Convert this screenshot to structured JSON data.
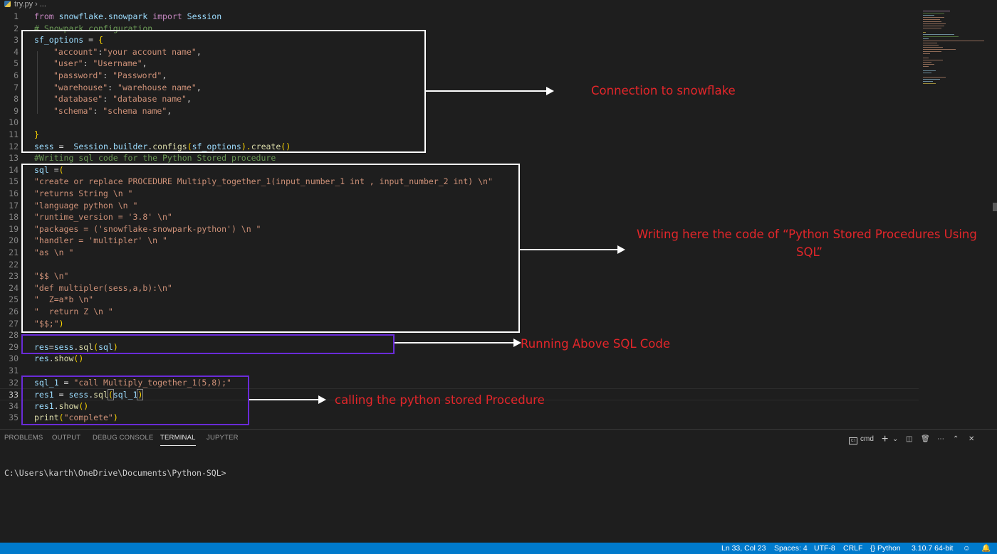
{
  "breadcrumb": {
    "file": "try.py",
    "more": "..."
  },
  "code": {
    "l1": [
      "from",
      " snowflake.snowpark ",
      "import",
      " Session"
    ],
    "l2": "# Snowpark configuration",
    "l3": [
      "sf_options",
      " = ",
      "{"
    ],
    "l4": [
      "\"account\"",
      ":",
      "\"your account name\"",
      ","
    ],
    "l5": [
      "\"user\"",
      ": ",
      "\"Username\"",
      ","
    ],
    "l6": [
      "\"password\"",
      ": ",
      "\"Password\"",
      ","
    ],
    "l7": [
      "\"warehouse\"",
      ": ",
      "\"warehouse name\"",
      ","
    ],
    "l8": [
      "\"database\"",
      ": ",
      "\"database name\"",
      ","
    ],
    "l9": [
      "\"schema\"",
      ": ",
      "\"schema name\"",
      ","
    ],
    "l11": "}",
    "l12": [
      "sess",
      " =  ",
      "Session",
      ".",
      "builder",
      ".",
      "configs",
      "(",
      "sf_options",
      ").",
      "create",
      "()"
    ],
    "l13": "#Writing sql code for the Python Stored procedure",
    "l14": [
      "sql",
      " =",
      "("
    ],
    "l15": "\"create or replace PROCEDURE Multiply_together_1(input_number_1 int , input_number_2 int) \\n\"",
    "l16": "\"returns String \\n \"",
    "l17": "\"language python \\n \"",
    "l18": "\"runtime_version = '3.8' \\n\"",
    "l19": "\"packages = ('snowflake-snowpark-python') \\n \"",
    "l20": "\"handler = 'multipler' \\n \"",
    "l21": "\"as \\n \"",
    "l23": "\"$$ \\n\"",
    "l24": "\"def multipler(sess,a,b):\\n\"",
    "l25": "\"  Z=a*b \\n\"",
    "l26": "\"  return Z \\n \"",
    "l27": [
      "\"$$;\"",
      ")"
    ],
    "l29": [
      "res",
      "=",
      "sess",
      ".",
      "sql",
      "(",
      "sql",
      ")"
    ],
    "l30": [
      "res",
      ".",
      "show",
      "()"
    ],
    "l32": [
      "sql_1",
      " = ",
      "\"call Multiply_together_1(5,8);\""
    ],
    "l33": [
      "res1",
      " = ",
      "sess",
      ".",
      "sql",
      "(",
      "sql_1",
      ")"
    ],
    "l34": [
      "res1",
      ".",
      "show",
      "()"
    ],
    "l35": [
      "print",
      "(",
      "\"complete\"",
      ")"
    ]
  },
  "annotations": {
    "connection": "Connection to snowflake",
    "writing_l1": "Writing here the code of “Python Stored Procedures Using",
    "writing_l2": "SQL”",
    "running": "Running Above SQL Code",
    "calling": "calling the python stored Procedure"
  },
  "panel": {
    "tabs": [
      "PROBLEMS",
      "OUTPUT",
      "DEBUG CONSOLE",
      "TERMINAL",
      "JUPYTER"
    ],
    "active_tab": "TERMINAL",
    "terminal_icon_label": "C:\\",
    "shell": "cmd",
    "prompt": "C:\\Users\\karth\\OneDrive\\Documents\\Python-SQL>"
  },
  "statusbar": {
    "position": "Ln 33, Col 23",
    "spaces": "Spaces: 4",
    "encoding": "UTF-8",
    "eol": "CRLF",
    "language": "Python",
    "interpreter": "3.10.7 64-bit"
  },
  "colors": {
    "accent": "#007acc",
    "annotation": "#e3262a",
    "box_purple": "#6a2bd8",
    "box_white": "#ffffff"
  }
}
